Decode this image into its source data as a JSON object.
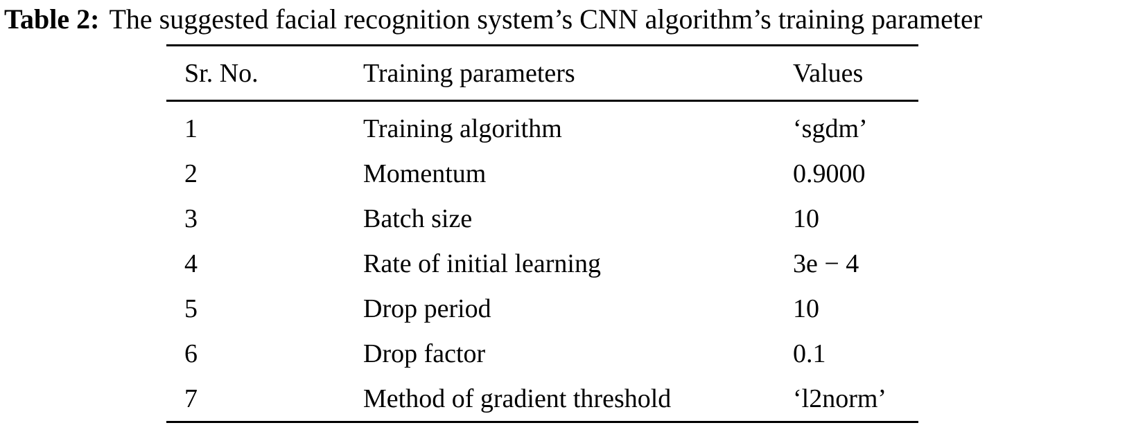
{
  "caption": {
    "label": "Table 2:",
    "text": "The suggested facial recognition system’s CNN algorithm’s training parameter"
  },
  "table": {
    "headers": [
      "Sr. No.",
      "Training parameters",
      "Values"
    ],
    "rows": [
      [
        "1",
        "Training algorithm",
        "‘sgdm’"
      ],
      [
        "2",
        "Momentum",
        "0.9000"
      ],
      [
        "3",
        "Batch size",
        "10"
      ],
      [
        "4",
        "Rate of initial learning",
        "3e − 4"
      ],
      [
        "5",
        "Drop period",
        "10"
      ],
      [
        "6",
        "Drop factor",
        "0.1"
      ],
      [
        "7",
        "Method of gradient threshold",
        "‘l2norm’"
      ]
    ]
  }
}
